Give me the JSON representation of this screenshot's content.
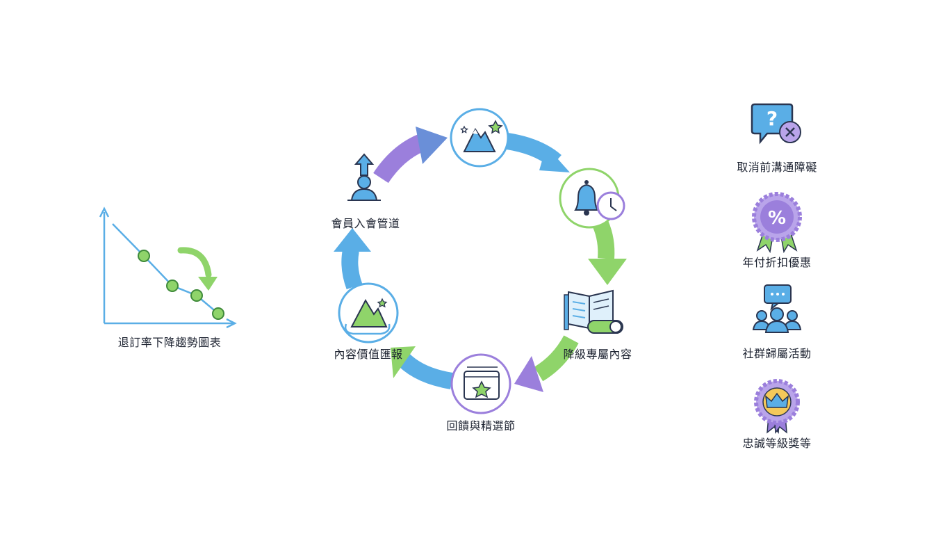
{
  "left_chart": {
    "label": "退訂率下降趨勢圖表"
  },
  "cycle": {
    "steps": [
      {
        "id": "member",
        "label": "會員入會管道",
        "icon": "person-up-arrow-icon"
      },
      {
        "id": "goal",
        "label": "",
        "icon": "mountain-stars-icon"
      },
      {
        "id": "reminder",
        "label": "",
        "icon": "bell-clock-icon"
      },
      {
        "id": "content",
        "label": "降級專屬內容",
        "icon": "book-toggle-icon"
      },
      {
        "id": "review",
        "label": "回饋與精選節",
        "icon": "star-card-icon"
      },
      {
        "id": "value",
        "label": "內容價值匯報",
        "icon": "mountain-badge-icon"
      }
    ]
  },
  "sidebar": {
    "items": [
      {
        "label": "取消前溝通障礙",
        "icon": "question-bubble-cancel-icon"
      },
      {
        "label": "年付折扣優惠",
        "icon": "percent-badge-icon"
      },
      {
        "label": "社群歸屬活動",
        "icon": "community-chat-icon"
      },
      {
        "label": "忠誠等級獎等",
        "icon": "crown-badge-icon"
      }
    ]
  },
  "colors": {
    "blue": "#5aaee6",
    "green": "#8fd46a",
    "purple": "#9b7fdc",
    "navy": "#2a3550"
  }
}
